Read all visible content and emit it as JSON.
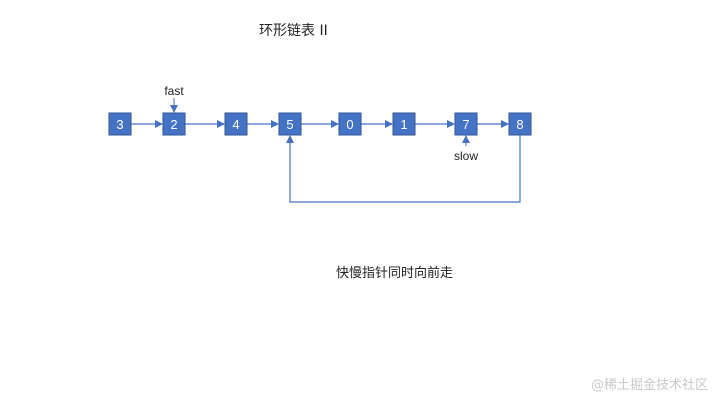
{
  "title": "环形链表 II",
  "caption": "快慢指针同时向前走",
  "watermark": "@稀土掘金技术社区",
  "colors": {
    "node_fill": "#4472C4",
    "node_stroke": "#2F5597",
    "edge": "#4472C4",
    "text_dark": "#222222"
  },
  "nodes": [
    "3",
    "2",
    "4",
    "5",
    "0",
    "1",
    "7",
    "8"
  ],
  "cycle": {
    "from_node": "8",
    "to_node": "5"
  },
  "pointers": [
    {
      "label": "fast",
      "node": "2",
      "side": "above"
    },
    {
      "label": "slow",
      "node": "7",
      "side": "below"
    }
  ]
}
